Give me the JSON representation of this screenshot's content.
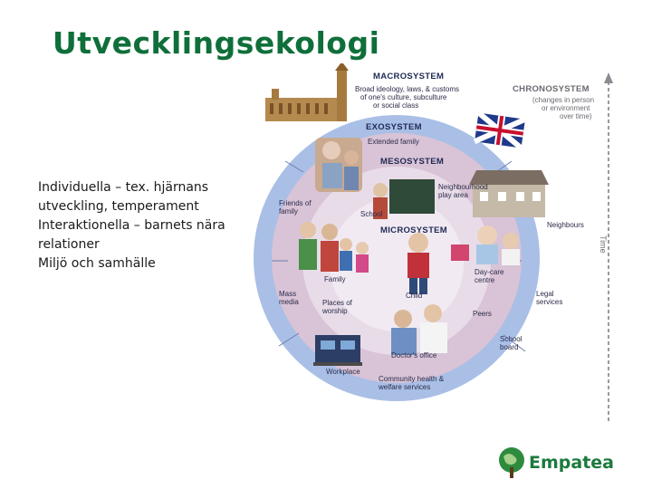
{
  "title": "Utvecklingsekologi",
  "bullets": [
    "Individuella – tex. hjärnans",
    "utveckling, temperament",
    "Interaktionella – barnets nära",
    "relationer",
    "Miljö och samhälle"
  ],
  "diagram": {
    "macrosystem": {
      "name": "MACROSYSTEM",
      "desc": [
        "Broad ideology, laws, & customs",
        "of one's culture, subculture",
        "or social class"
      ]
    },
    "chronosystem": {
      "name": "CHRONOSYSTEM",
      "desc": [
        "(changes in person",
        "or environment",
        "over time)"
      ]
    },
    "time_label": "Time",
    "exosystem": {
      "name": "EXOSYSTEM",
      "items": [
        "Extended family",
        "Friends of family",
        "Neighbours",
        "Mass media",
        "Legal services",
        "Workplace",
        "School board",
        "Community health & welfare services"
      ]
    },
    "mesosystem": {
      "name": "MESOSYSTEM",
      "items": [
        "Neighbourhood play area",
        "School",
        "Places of worship",
        "Peers",
        "Doctor's office",
        "Day-care centre"
      ]
    },
    "microsystem": {
      "name": "MICROSYSTEM",
      "items": [
        "Family",
        "Child"
      ]
    }
  },
  "logo": {
    "text": "Empatea"
  },
  "colors": {
    "title": "#0f6f3a",
    "outer_ring": "#a9bfe6",
    "middle_ring": "#dcc8da",
    "inner": "#ece4ee",
    "logo": "#1c7a3c"
  }
}
